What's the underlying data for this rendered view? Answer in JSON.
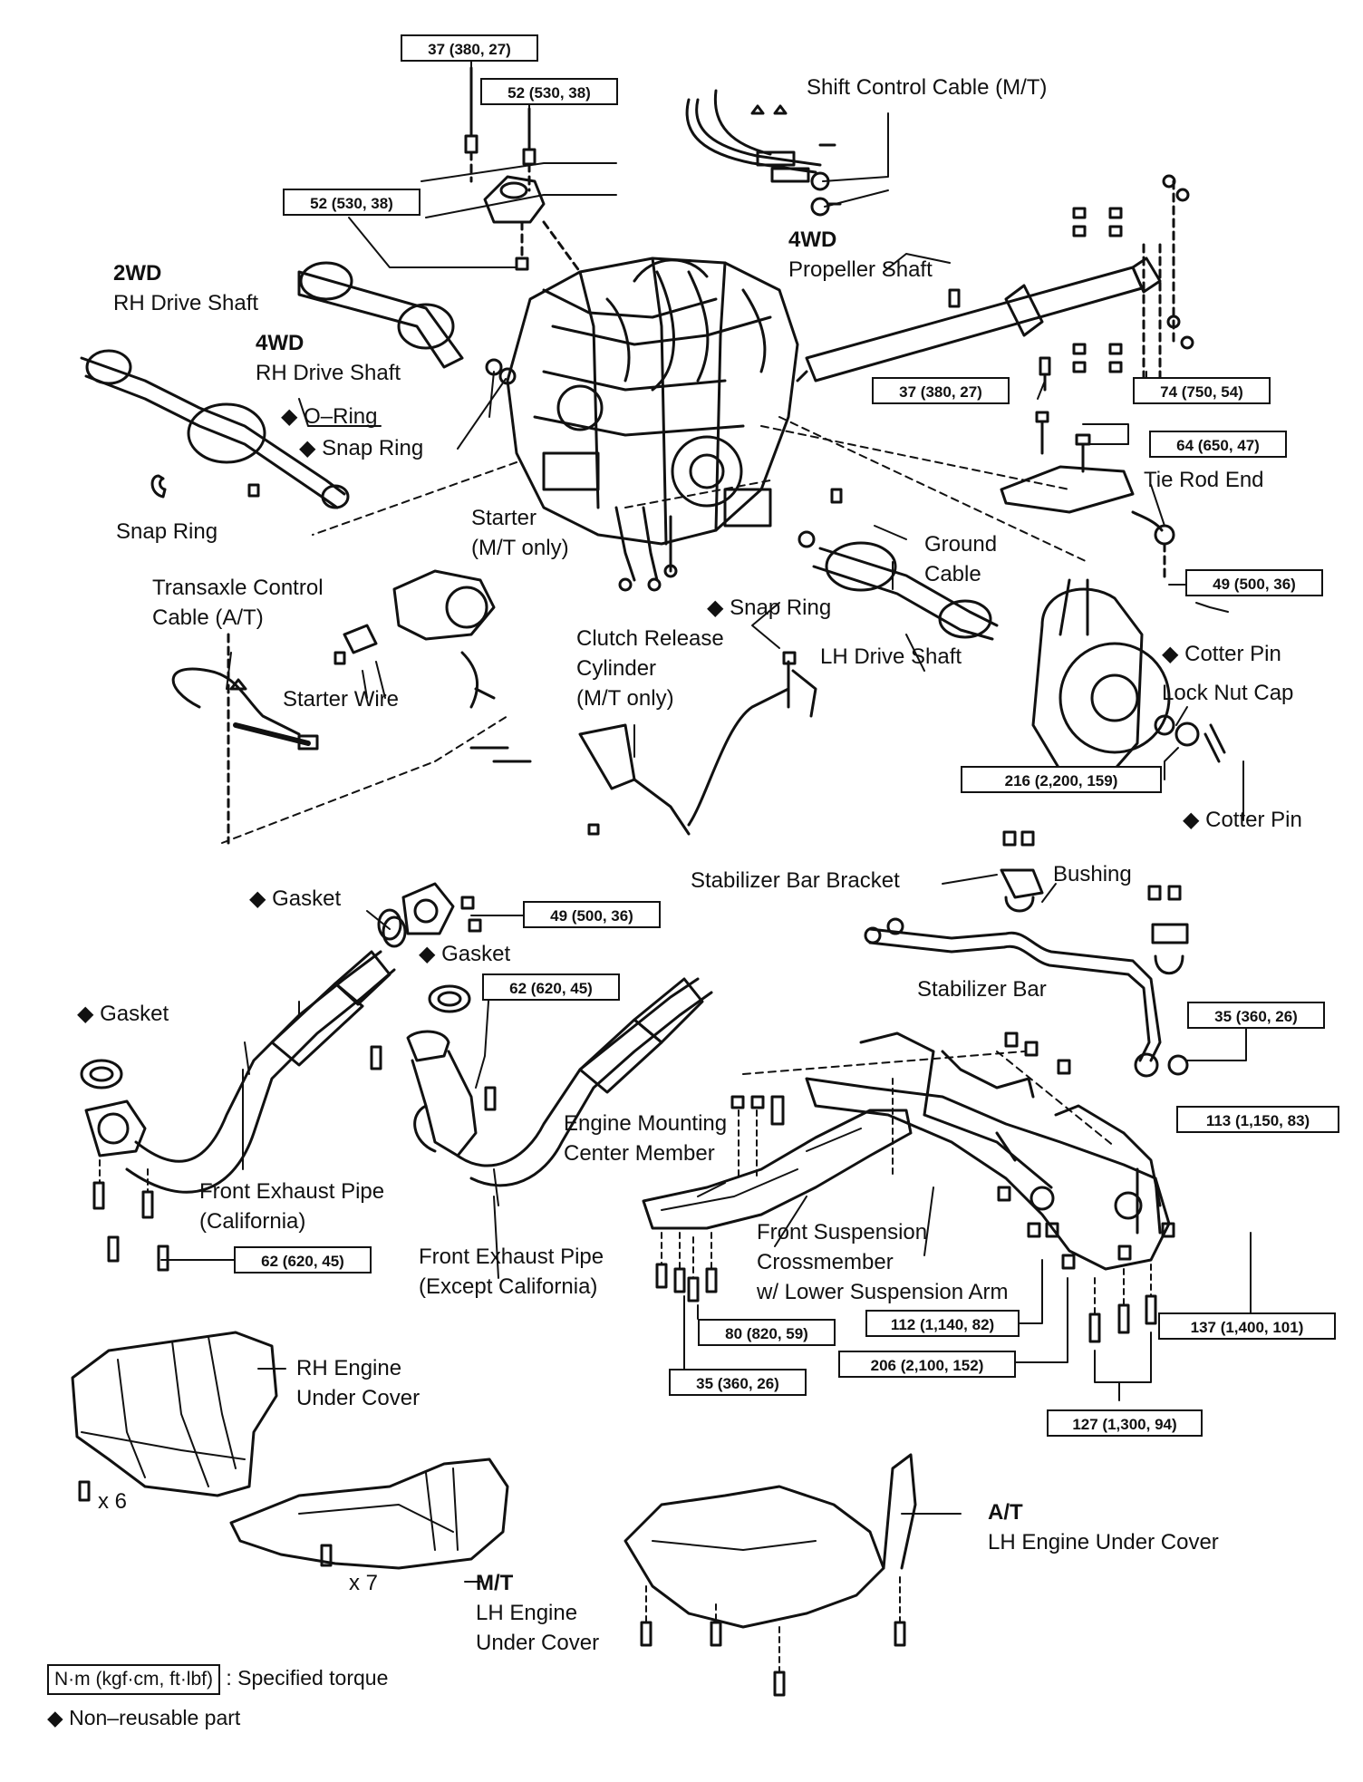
{
  "torques": {
    "t1": "37 (380, 27)",
    "t2": "52 (530, 38)",
    "t3": "52 (530, 38)",
    "t4": "37 (380, 27)",
    "t5": "74 (750, 54)",
    "t6": "64 (650, 47)",
    "t7": "49 (500, 36)",
    "t8": "216 (2,200, 159)",
    "t9": "49 (500, 36)",
    "t10": "62 (620, 45)",
    "t11": "35 (360, 26)",
    "t12": "113 (1,150, 83)",
    "t13": "62 (620, 45)",
    "t14": "80 (820, 59)",
    "t15": "112 (1,140, 82)",
    "t16": "137 (1,400, 101)",
    "t17": "35 (360, 26)",
    "t18": "206 (2,100, 152)",
    "t19": "127 (1,300, 94)"
  },
  "labels": {
    "shift_cable": "Shift Control Cable (M/T)",
    "prop_4wd": "4WD",
    "prop_shaft": "Propeller Shaft",
    "rh_2wd": "2WD",
    "rh_2wd_shaft": "RH Drive Shaft",
    "rh_4wd": "4WD",
    "rh_4wd_shaft": "RH Drive Shaft",
    "oring": "◆ O–Ring",
    "snap_ring_1": "◆ Snap Ring",
    "snap_ring_2": "Snap Ring",
    "tie_rod_end": "Tie Rod End",
    "starter_1": "Starter",
    "starter_2": "(M/T only)",
    "ground_1": "Ground",
    "ground_2": "Cable",
    "trans_cable_1": "Transaxle Control",
    "trans_cable_2": "Cable (A/T)",
    "snap_ring_3": "◆ Snap Ring",
    "cotter_pin_1": "◆ Cotter Pin",
    "clutch_1": "Clutch Release",
    "clutch_2": "Cylinder",
    "clutch_3": "(M/T only)",
    "lh_drive_shaft": "LH Drive Shaft",
    "lock_nut_cap": "Lock Nut Cap",
    "starter_wire": "Starter Wire",
    "cotter_pin_2": "◆ Cotter Pin",
    "stab_bracket": "Stabilizer Bar Bracket",
    "bushing": "Bushing",
    "gasket_1": "◆ Gasket",
    "gasket_2": "◆ Gasket",
    "gasket_3": "◆ Gasket",
    "stab_bar": "Stabilizer Bar",
    "emcm_1": "Engine Mounting",
    "emcm_2": "Center Member",
    "fep_cal_1": "Front Exhaust Pipe",
    "fep_cal_2": "(California)",
    "fsc_1": "Front Suspension",
    "fsc_2": "Crossmember",
    "fsc_3": "w/ Lower Suspension Arm",
    "fep_exc_1": "Front Exhaust Pipe",
    "fep_exc_2": "(Except California)",
    "rh_cover_1": "RH Engine",
    "rh_cover_2": "Under Cover",
    "x6": "x 6",
    "x7": "x 7",
    "mt": "M/T",
    "mt_cover_1": "LH Engine",
    "mt_cover_2": "Under Cover",
    "at": "A/T",
    "at_cover": "LH Engine Under Cover"
  },
  "legend": {
    "torque_box": "N·m (kgf·cm, ft·lbf)",
    "torque_text": ": Specified torque",
    "nonreusable": "◆ Non–reusable part"
  }
}
